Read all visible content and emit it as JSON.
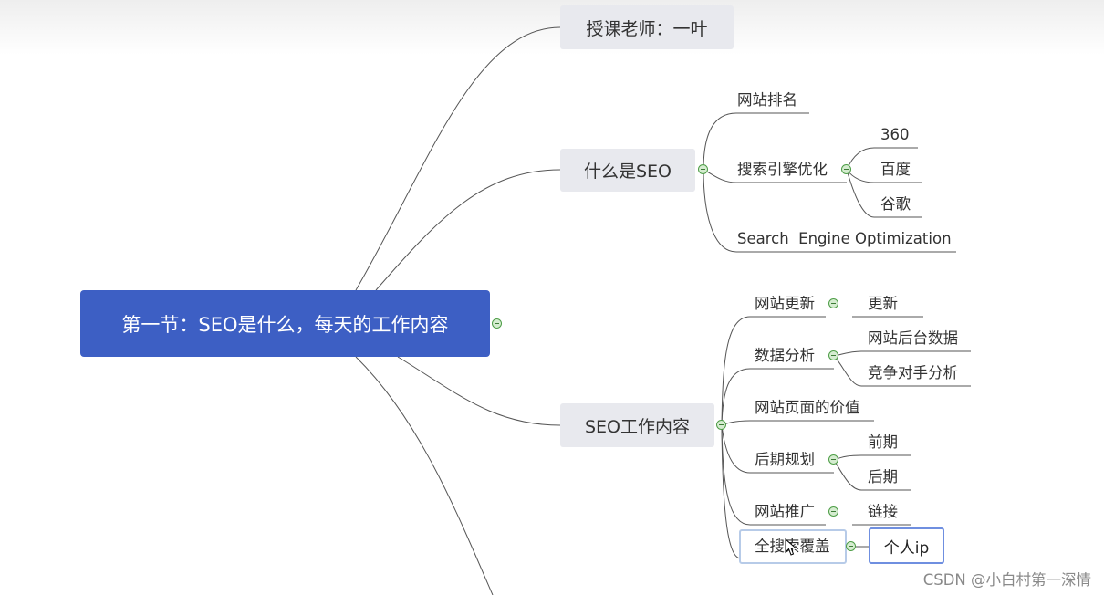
{
  "root": {
    "label": "第一节：SEO是什么，每天的工作内容"
  },
  "teacher": {
    "label": "授课老师：一叶"
  },
  "what_is_seo": {
    "label": "什么是SEO",
    "items": {
      "ranking": "网站排名",
      "optimization": "搜索引擎优化",
      "engine_360": "360",
      "engine_baidu": "百度",
      "engine_google": "谷歌",
      "full_name": "Search  Engine Optimization"
    }
  },
  "seo_work": {
    "label": "SEO工作内容",
    "items": {
      "site_update": "网站更新",
      "update": "更新",
      "data_analysis": "数据分析",
      "backend_data": "网站后台数据",
      "competitor_analysis": "竞争对手分析",
      "page_value": "网站页面的价值",
      "later_planning": "后期规划",
      "early_stage": "前期",
      "late_stage": "后期",
      "promotion": "网站推广",
      "links": "链接",
      "full_coverage": "全搜索覆盖",
      "personal_ip": "个人ip"
    }
  },
  "watermark": "CSDN @小白村第一深情"
}
